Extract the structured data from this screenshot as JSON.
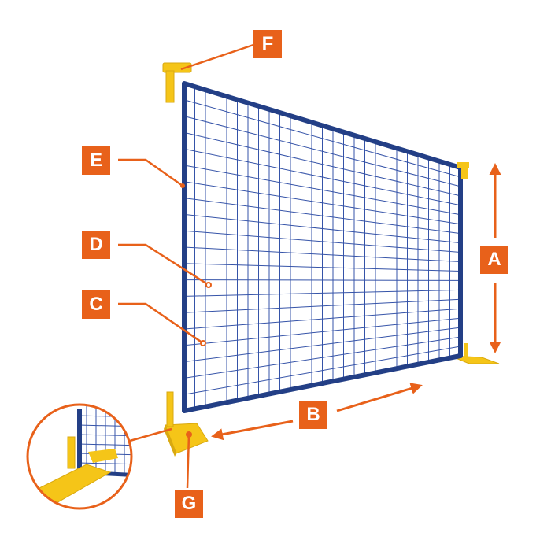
{
  "colors": {
    "accent": "#e8611a",
    "frame": "#233f86",
    "mesh": "#3553a8",
    "base": "#f5c518",
    "base_dark": "#d9a910",
    "label_text": "#ffffff"
  },
  "labels": {
    "a": "A",
    "b": "B",
    "c": "C",
    "d": "D",
    "e": "E",
    "f": "F",
    "g": "G"
  },
  "icons": {
    "label_box": "square-label",
    "height_arrow": "double-arrow-vertical",
    "width_arrow": "double-arrow-diagonal",
    "detail_view": "magnifier-circle"
  }
}
